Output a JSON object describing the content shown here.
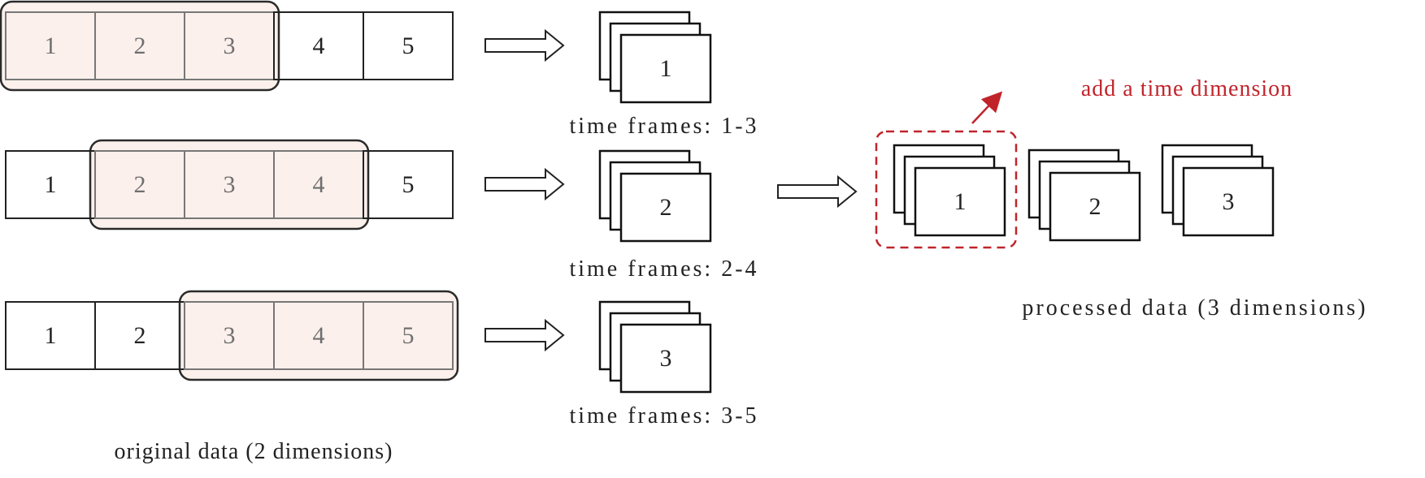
{
  "colors": {
    "highlight_fill": "#fbf0ec",
    "highlight_border": "#2a2a2a",
    "annotation": "#c0242a",
    "ink": "#222222"
  },
  "rows": [
    {
      "cells": [
        "1",
        "2",
        "3",
        "4",
        "5"
      ],
      "window": [
        1,
        3
      ]
    },
    {
      "cells": [
        "1",
        "2",
        "3",
        "4",
        "5"
      ],
      "window": [
        2,
        4
      ]
    },
    {
      "cells": [
        "1",
        "2",
        "3",
        "4",
        "5"
      ],
      "window": [
        3,
        5
      ]
    }
  ],
  "original_caption": "original data (2 dimensions)",
  "frames": [
    {
      "label": "1",
      "caption": "time frames: 1-3"
    },
    {
      "label": "2",
      "caption": "time frames: 2-4"
    },
    {
      "label": "3",
      "caption": "time frames: 3-5"
    }
  ],
  "processed": {
    "stacks": [
      "1",
      "2",
      "3"
    ],
    "caption": "processed data (3 dimensions)",
    "annotation": "add a time dimension"
  }
}
